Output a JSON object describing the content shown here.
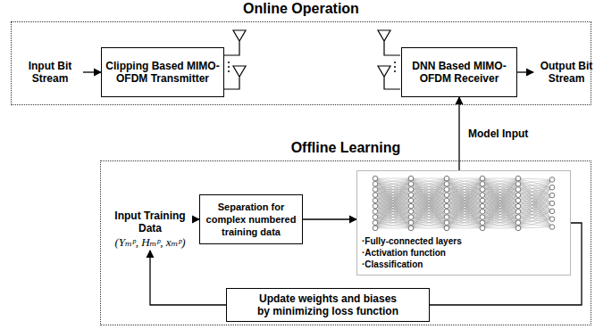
{
  "diagram": {
    "nodes": [
      {
        "text": [
          "Online Operation"
        ]
      },
      {
        "text": [
          "Input Bit Stream"
        ],
        "in": 0
      },
      {
        "text": [
          "Clipping Based MIMO-OFDM Transmitter"
        ],
        "in": 0
      },
      {
        "text": [
          "DNN Based MIMO-OFDM Receiver"
        ],
        "in": 0
      },
      {
        "text": [
          "Output Bit Stream"
        ],
        "in": 0
      },
      {
        "text": [
          "Offline Learning"
        ]
      },
      {
        "text": [
          "Input Training Data",
          "(Yₘᵖ, Hₘᵖ, xₘᵖ)"
        ],
        "in": 5
      },
      {
        "text": [
          "Separation for complex numbered training data"
        ],
        "in": 5
      },
      {
        "text": [
          "·Fully-connected layers",
          "·Activation function",
          "·Classification"
        ],
        "in": 5
      },
      {
        "text": [
          "Update weights and biases by minimizing loss function"
        ],
        "in": 5
      }
    ],
    "edges": [
      {
        "from": 1,
        "to": 2,
        "arrow": "to"
      },
      {
        "from": 3,
        "to": 4,
        "arrow": "to"
      },
      {
        "from": 6,
        "to": 7,
        "arrow": "to"
      },
      {
        "from": 7,
        "to": 8,
        "arrow": "to"
      },
      {
        "from": 8,
        "to": 3,
        "label": "Model Input",
        "arrow": "to"
      },
      {
        "from": 8,
        "to": 9,
        "arrow": "none"
      },
      {
        "from": 9,
        "to": 6,
        "arrow": "to"
      }
    ]
  }
}
